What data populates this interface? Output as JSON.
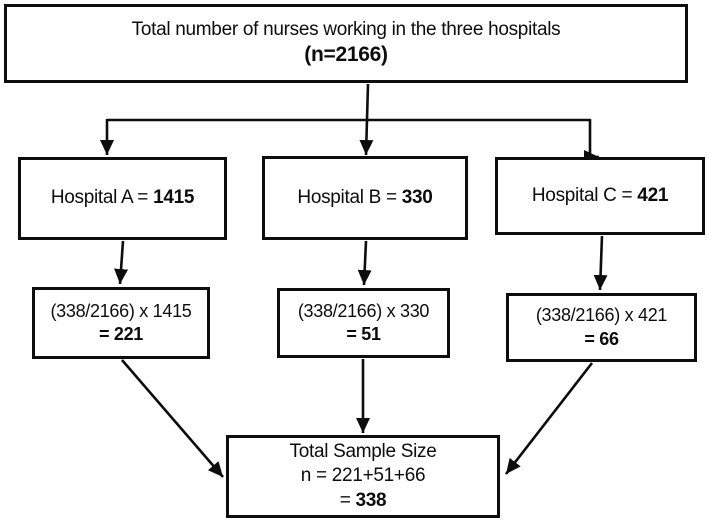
{
  "diagram": {
    "background_color": "#ffffff",
    "line_color": "#0d0d0d",
    "title_box": {
      "line1": "Total number of nurses working in the three hospitals",
      "line2": "(n=2166)"
    },
    "hospitals": [
      {
        "label": "Hospital A =",
        "value": "1415"
      },
      {
        "label": "Hospital B =",
        "value": "330"
      },
      {
        "label": "Hospital C =",
        "value": "421"
      }
    ],
    "allocations": [
      {
        "formula": "(338/2166) x 1415",
        "result": "= 221"
      },
      {
        "formula": "(338/2166) x 330",
        "result": "= 51"
      },
      {
        "formula": "(338/2166) x 421",
        "result": "= 66"
      }
    ],
    "total_box": {
      "line1": "Total Sample Size",
      "line2": "n = 221+51+66",
      "result_prefix": "=",
      "result_value": "338"
    }
  }
}
